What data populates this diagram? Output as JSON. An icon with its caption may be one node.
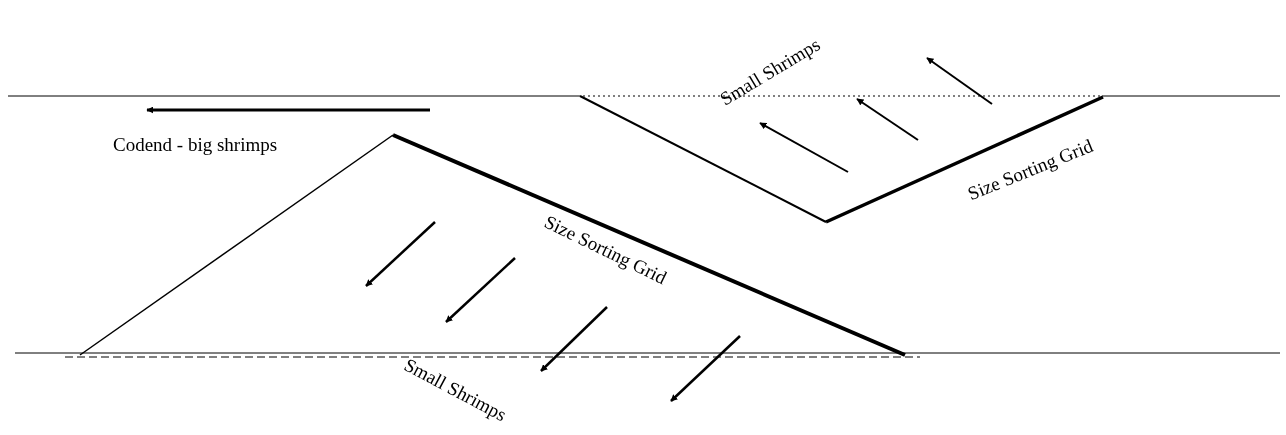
{
  "diagram": {
    "labels": [
      "Small Shrimps",
      "Codend - big shrimps",
      "Size Sorting Grid",
      "Size Sorting Grid",
      "Small Shrimps"
    ]
  }
}
